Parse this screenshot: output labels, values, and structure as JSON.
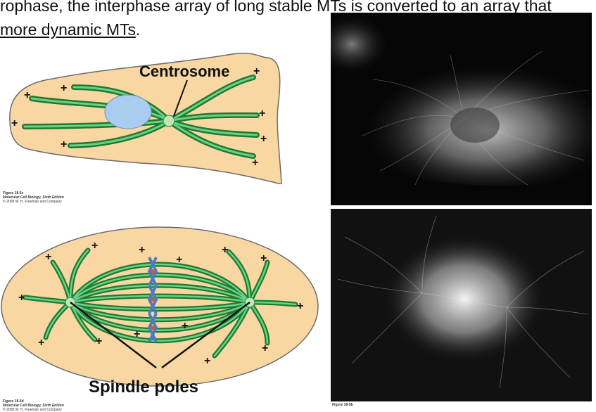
{
  "caption": {
    "line1": "rophase, the interphase array of long stable MTs is converted to an array that",
    "line2": "more dynamic MTs",
    "line2_end": "."
  },
  "figure_top": {
    "label": "Centrosome",
    "plus": "+",
    "credit_fig": "Figure 18-5c",
    "credit_book": "Molecular Cell Biology, Sixth Edition",
    "credit_copy": "© 2008 W. H. Freeman and Company"
  },
  "figure_bottom": {
    "label": "Spindle poles",
    "plus": "+",
    "credit_fig": "Figure 18-5d",
    "credit_book": "Molecular Cell Biology, Sixth Edition",
    "credit_copy": "© 2008 W. H. Freeman and Company"
  },
  "photo_bottom_credit": "Figure 18-5b",
  "colors": {
    "cell_fill": "#f9d7a3",
    "cell_stroke": "#6b6b6b",
    "mt_dark": "#1f7a2e",
    "mt_light": "#6ad08a",
    "nucleus": "#a9cdf0",
    "label": "#111111"
  }
}
